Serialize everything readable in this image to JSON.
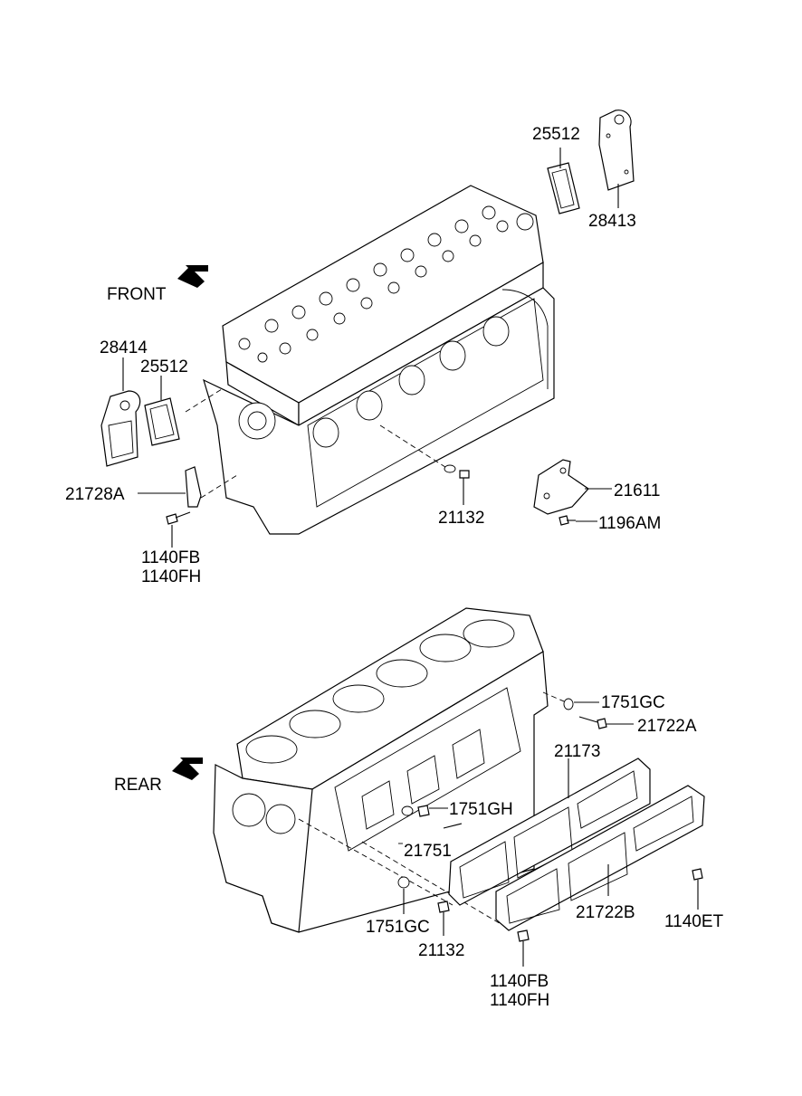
{
  "direction_labels": {
    "front": "FRONT",
    "rear": "REAR"
  },
  "part_labels": {
    "p25512_top": "25512",
    "p28413": "28413",
    "p28414": "28414",
    "p25512_left": "25512",
    "p21728A": "21728A",
    "p1140FB_top": "1140FB",
    "p1140FH_top": "1140FH",
    "p21132_top": "21132",
    "p21611": "21611",
    "p1196AM": "1196AM",
    "p1751GC_right": "1751GC",
    "p21722A": "21722A",
    "p21173": "21173",
    "p1751GH": "1751GH",
    "p21751": "21751",
    "p1751GC_bottom": "1751GC",
    "p21132_bottom": "21132",
    "p21722B": "21722B",
    "p1140ET": "1140ET",
    "p1140FB_bottom": "1140FB",
    "p1140FH_bottom": "1140FH"
  },
  "icons": {
    "front_arrow": "arrow-left-down-icon",
    "rear_arrow": "arrow-left-down-icon"
  }
}
